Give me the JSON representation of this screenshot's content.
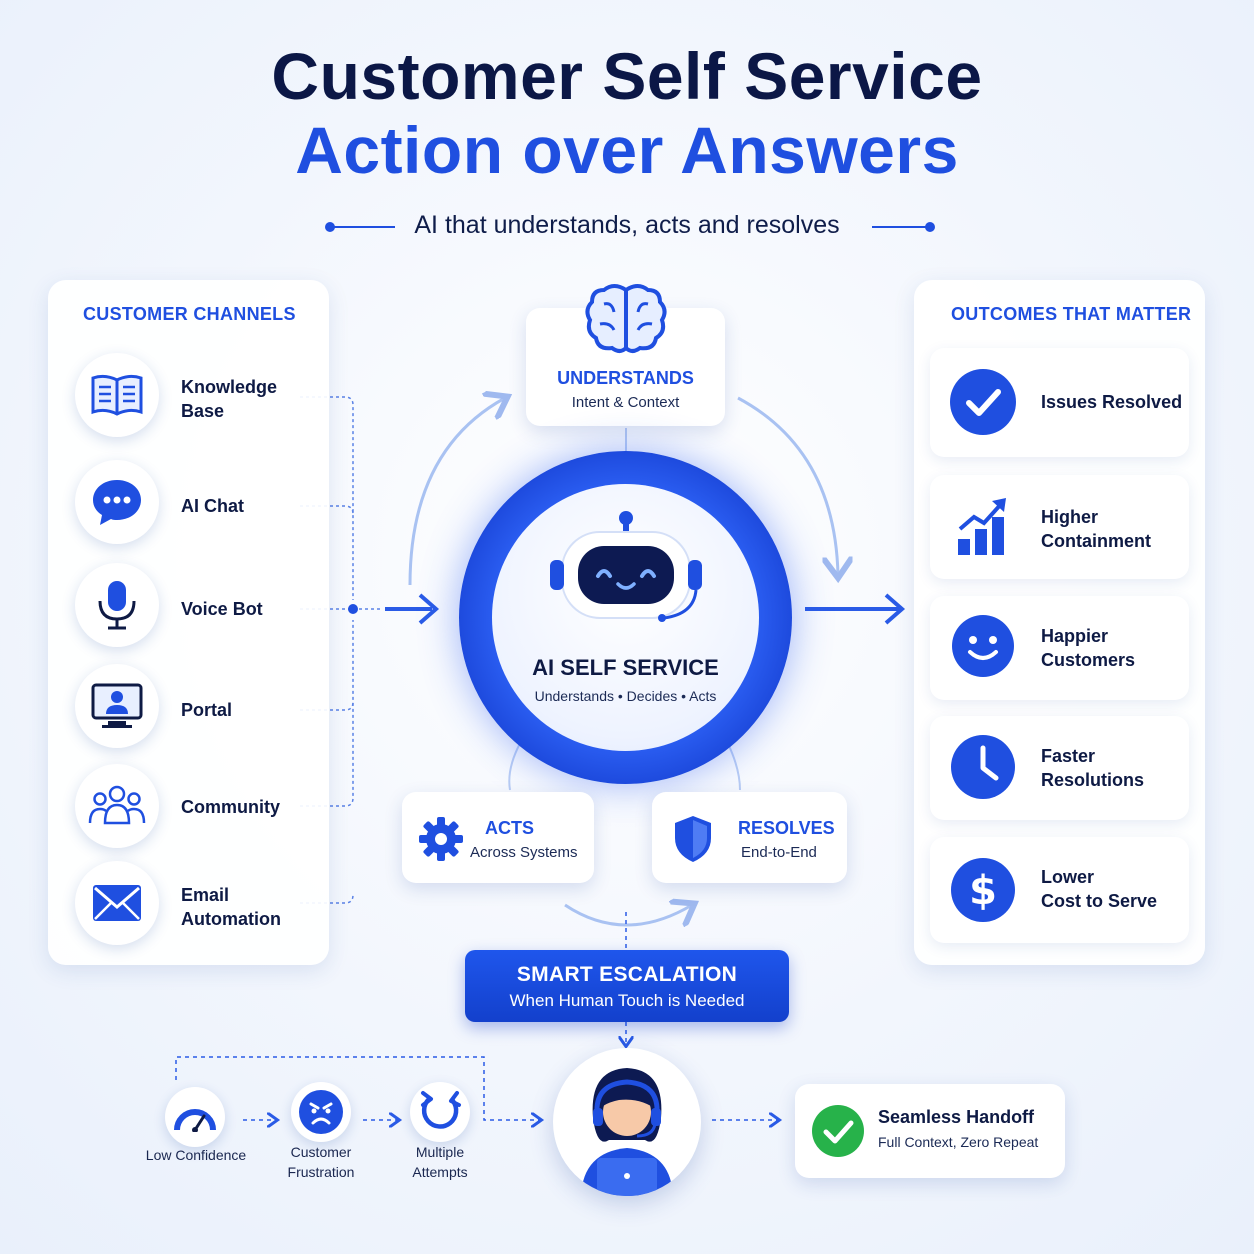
{
  "title": {
    "line1": "Customer Self Service",
    "line2": "Action over Answers"
  },
  "subtitle": "AI that understands, acts and resolves",
  "channels": {
    "heading": "CUSTOMER CHANNELS",
    "items": [
      {
        "line1": "Knowledge",
        "line2": "Base",
        "icon": "book-icon"
      },
      {
        "line1": "AI Chat",
        "line2": "",
        "icon": "chat-bubble-icon"
      },
      {
        "line1": "Voice Bot",
        "line2": "",
        "icon": "microphone-icon"
      },
      {
        "line1": "Portal",
        "line2": "",
        "icon": "monitor-user-icon"
      },
      {
        "line1": "Community",
        "line2": "",
        "icon": "people-group-icon"
      },
      {
        "line1": "Email",
        "line2": "Automation",
        "icon": "envelope-icon"
      }
    ]
  },
  "center": {
    "understands": {
      "title": "UNDERSTANDS",
      "sub": "Intent & Context"
    },
    "hub": {
      "title": "AI SELF SERVICE",
      "sub": "Understands • Decides • Acts"
    },
    "acts": {
      "title": "ACTS",
      "sub": "Across Systems"
    },
    "resolves": {
      "title": "RESOLVES",
      "sub": "End-to-End"
    }
  },
  "outcomes": {
    "heading": "OUTCOMES THAT MATTER",
    "items": [
      {
        "line1": "Issues Resolved",
        "line2": "",
        "icon": "check-circle-icon"
      },
      {
        "line1": "Higher",
        "line2": "Containment",
        "icon": "bar-chart-up-icon"
      },
      {
        "line1": "Happier",
        "line2": "Customers",
        "icon": "smiley-icon"
      },
      {
        "line1": "Faster",
        "line2": "Resolutions",
        "icon": "clock-icon"
      },
      {
        "line1": "Lower",
        "line2": "Cost to Serve",
        "icon": "dollar-icon"
      }
    ]
  },
  "escalation": {
    "title": "SMART ESCALATION",
    "sub": "When Human Touch is Needed",
    "triggers": [
      {
        "line1": "Low Confidence",
        "line2": "",
        "icon": "gauge-icon"
      },
      {
        "line1": "Customer",
        "line2": "Frustration",
        "icon": "angry-face-icon"
      },
      {
        "line1": "Multiple",
        "line2": "Attempts",
        "icon": "retry-icon"
      }
    ],
    "handoff": {
      "title": "Seamless Handoff",
      "sub": "Full Context, Zero Repeat"
    }
  },
  "colors": {
    "accent": "#1f4fe0",
    "navy": "#0b1746",
    "green": "#27b24a"
  }
}
